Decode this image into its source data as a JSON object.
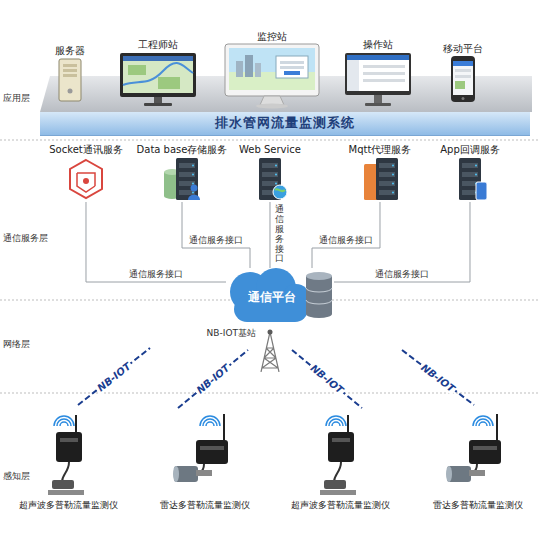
{
  "diagram": {
    "nodes": [
      {
        "text": [
          "服务器"
        ]
      },
      {
        "text": [
          "工程师站"
        ]
      },
      {
        "text": [
          "监控站"
        ]
      },
      {
        "text": [
          "操作站"
        ]
      },
      {
        "text": [
          "移动平台"
        ]
      },
      {
        "text": [
          "排水管网流量监测系统"
        ]
      },
      {
        "text": [
          "Socket通讯服务"
        ]
      },
      {
        "text": [
          "Data base存储服务"
        ]
      },
      {
        "text": [
          "Web Service"
        ]
      },
      {
        "text": [
          "Mqtt代理服务"
        ]
      },
      {
        "text": [
          "App回调服务"
        ]
      },
      {
        "text": [
          "通信平台"
        ]
      },
      {
        "text": [
          "NB-IOT基站"
        ]
      },
      {
        "text": [
          "超声波多普勒流量监测仪"
        ]
      },
      {
        "text": [
          "雷达多普勒流量监测仪"
        ]
      },
      {
        "text": [
          "超声波多普勒流量监测仪"
        ]
      },
      {
        "text": [
          "雷达多普勒流量监测仪"
        ]
      }
    ],
    "edges": [
      {
        "from": 6,
        "to": 11,
        "arrow": "none",
        "label": "通信服务接口"
      },
      {
        "from": 7,
        "to": 11,
        "arrow": "none",
        "label": "通信服务接口"
      },
      {
        "from": 8,
        "to": 11,
        "arrow": "none",
        "label": "通信服务接口"
      },
      {
        "from": 9,
        "to": 11,
        "arrow": "none",
        "label": "通信服务接口"
      },
      {
        "from": 10,
        "to": 11,
        "arrow": "none",
        "label": "通信服务接口"
      }
    ],
    "labels": [
      "应用层",
      "通信服务层",
      "网络层",
      "感知层",
      "NB-IOT",
      "NB-IOT",
      "NB-IOT",
      "NB-IOT"
    ]
  }
}
